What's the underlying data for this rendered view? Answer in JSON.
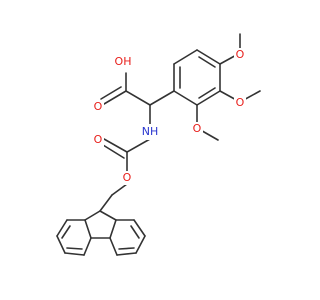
{
  "structure": {
    "atom_labels": {
      "oh": "OH",
      "o_carbonyl": "O",
      "nh": "NH",
      "o_carbamate_carbonyl": "O",
      "o_ester": "O",
      "o_ome_top": "O",
      "o_ome_right": "O",
      "o_ome_lower": "O"
    },
    "colors": {
      "bond": "#333333",
      "oxygen": "#e8201c",
      "nitrogen": "#2a36cf"
    }
  }
}
